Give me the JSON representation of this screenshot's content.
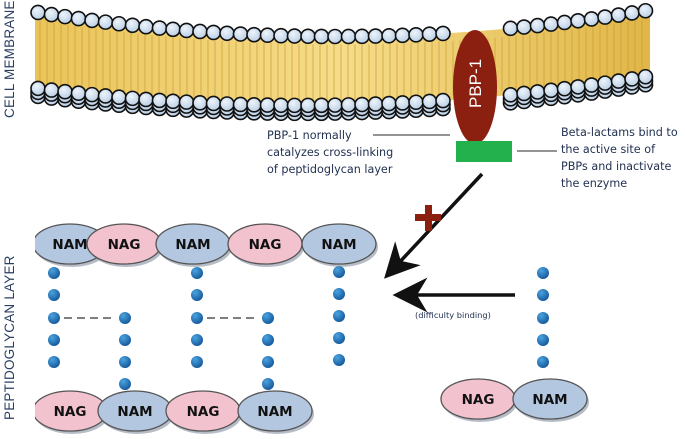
{
  "labels": {
    "cell_membrane": "CELL MEMBRANE",
    "peptidoglycan_layer": "PEPTIDOGLYCAN LAYER"
  },
  "protein": {
    "name": "PBP-1",
    "color": "#8b1f10",
    "active_site_color": "#22b14c"
  },
  "annotations": {
    "pbp_role": [
      "PBP-1 normally",
      "catalyzes cross-linking",
      "of peptidoglycan layer"
    ],
    "beta_lactam": [
      "Beta-lactams bind to",
      "the active site of",
      "PBPs and inactivate",
      "the enzyme"
    ],
    "difficulty": "(difficulty binding)"
  },
  "sugars": {
    "nam": "NAM",
    "nag": "NAG",
    "nam_color": "#b4c7e0",
    "nag_color": "#f2c2cf"
  },
  "peptidoglycan": {
    "top_row": [
      "NAM",
      "NAG",
      "NAM",
      "NAG",
      "NAM"
    ],
    "bottom_row": [
      "NAG",
      "NAM",
      "NAG",
      "NAM"
    ],
    "free_unit": [
      "NAG",
      "NAM"
    ],
    "peptide_color": "#1e73b8"
  },
  "symbols": {
    "block_mark": "+",
    "block_color": "#8b1f10"
  }
}
